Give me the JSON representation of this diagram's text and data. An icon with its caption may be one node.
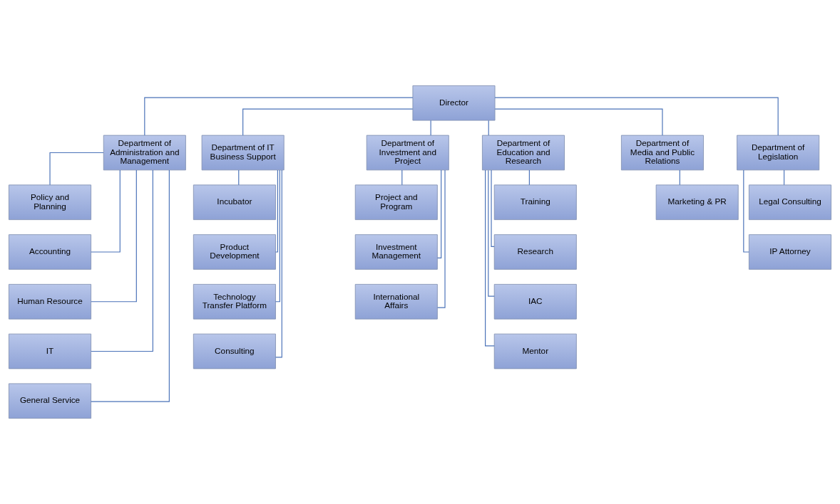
{
  "diagram": {
    "nodes": [
      {
        "text": [
          "Director"
        ]
      },
      {
        "text": [
          "Department of Administration and Management"
        ]
      },
      {
        "text": [
          "Department of IT Business Support"
        ]
      },
      {
        "text": [
          "Department of Investment and Project"
        ]
      },
      {
        "text": [
          "Department of Education and Research"
        ]
      },
      {
        "text": [
          "Department of Media and Public Relations"
        ]
      },
      {
        "text": [
          "Department of Legislation"
        ]
      },
      {
        "text": [
          "Policy and Planning"
        ]
      },
      {
        "text": [
          "Accounting"
        ]
      },
      {
        "text": [
          "Human Resource"
        ]
      },
      {
        "text": [
          "IT"
        ]
      },
      {
        "text": [
          "General Service"
        ]
      },
      {
        "text": [
          "Incubator"
        ]
      },
      {
        "text": [
          "Product Development"
        ]
      },
      {
        "text": [
          "Technology Transfer Platform"
        ]
      },
      {
        "text": [
          "Consulting"
        ]
      },
      {
        "text": [
          "Project and Program"
        ]
      },
      {
        "text": [
          "Investment Management"
        ]
      },
      {
        "text": [
          "International Affairs"
        ]
      },
      {
        "text": [
          "Training"
        ]
      },
      {
        "text": [
          "Research"
        ]
      },
      {
        "text": [
          "IAC"
        ]
      },
      {
        "text": [
          "Mentor"
        ]
      },
      {
        "text": [
          "Marketing & PR"
        ]
      },
      {
        "text": [
          "Legal Consulting"
        ]
      },
      {
        "text": [
          "IP Attorney"
        ]
      }
    ],
    "edges": [
      {
        "from": 0,
        "to": 1,
        "arrow": "none"
      },
      {
        "from": 0,
        "to": 2,
        "arrow": "none"
      },
      {
        "from": 0,
        "to": 3,
        "arrow": "none"
      },
      {
        "from": 0,
        "to": 4,
        "arrow": "none"
      },
      {
        "from": 0,
        "to": 5,
        "arrow": "none"
      },
      {
        "from": 0,
        "to": 6,
        "arrow": "none"
      },
      {
        "from": 1,
        "to": 7,
        "arrow": "none"
      },
      {
        "from": 1,
        "to": 8,
        "arrow": "none"
      },
      {
        "from": 1,
        "to": 9,
        "arrow": "none"
      },
      {
        "from": 1,
        "to": 10,
        "arrow": "none"
      },
      {
        "from": 1,
        "to": 11,
        "arrow": "none"
      },
      {
        "from": 2,
        "to": 12,
        "arrow": "none"
      },
      {
        "from": 2,
        "to": 13,
        "arrow": "none"
      },
      {
        "from": 2,
        "to": 14,
        "arrow": "none"
      },
      {
        "from": 2,
        "to": 15,
        "arrow": "none"
      },
      {
        "from": 3,
        "to": 16,
        "arrow": "none"
      },
      {
        "from": 3,
        "to": 17,
        "arrow": "none"
      },
      {
        "from": 3,
        "to": 18,
        "arrow": "none"
      },
      {
        "from": 4,
        "to": 19,
        "arrow": "none"
      },
      {
        "from": 4,
        "to": 20,
        "arrow": "none"
      },
      {
        "from": 4,
        "to": 21,
        "arrow": "none"
      },
      {
        "from": 4,
        "to": 22,
        "arrow": "none"
      },
      {
        "from": 5,
        "to": 23,
        "arrow": "none"
      },
      {
        "from": 6,
        "to": 24,
        "arrow": "none"
      },
      {
        "from": 6,
        "to": 25,
        "arrow": "none"
      }
    ]
  }
}
